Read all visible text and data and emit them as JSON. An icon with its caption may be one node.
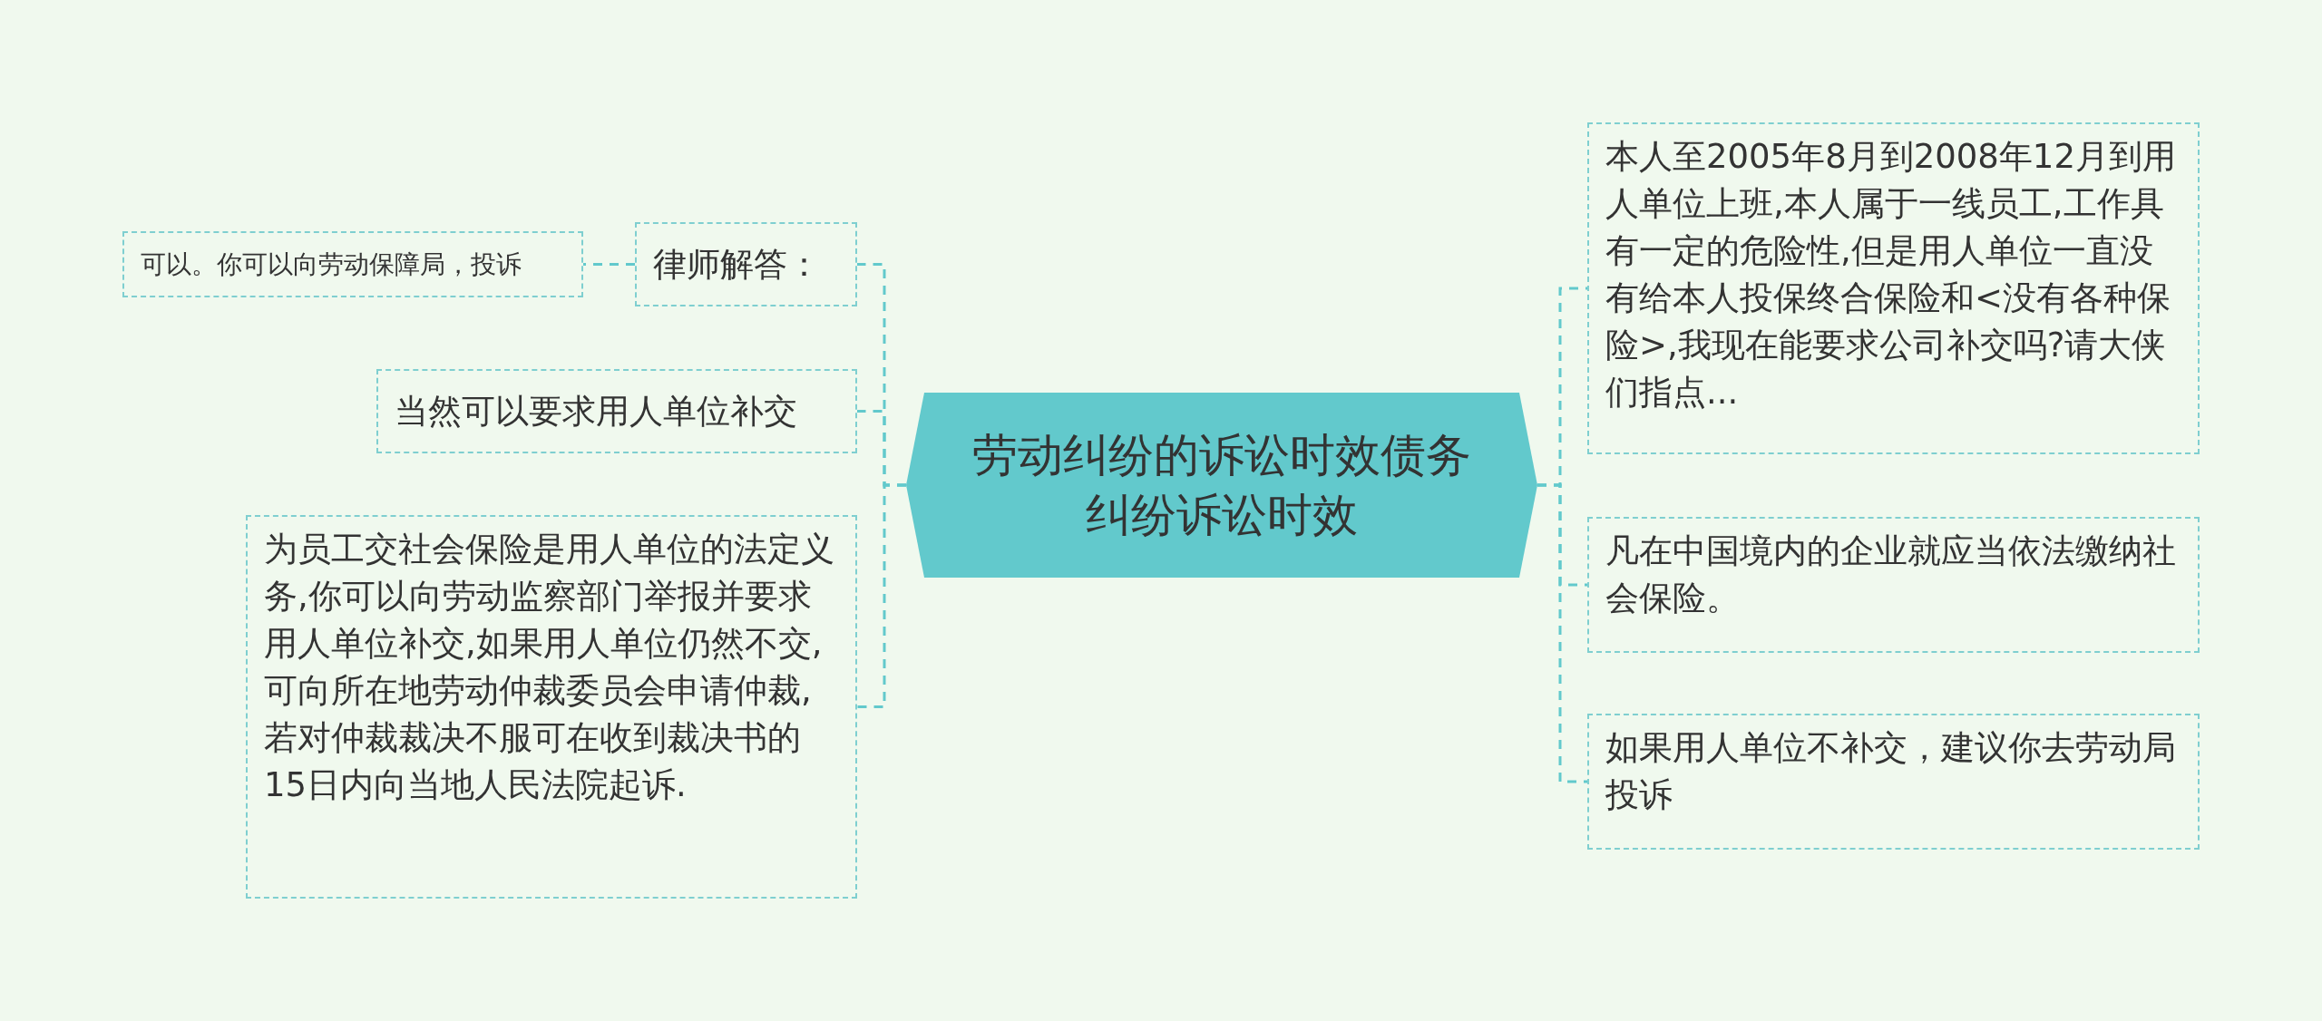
{
  "diagram": {
    "nodes": [
      {
        "text": [
          "劳动纠纷的诉讼时效债务纠纷诉讼时效"
        ]
      },
      {
        "text": [
          "律师解答："
        ]
      },
      {
        "text": [
          "可以。你可以向劳动保障局，投诉"
        ]
      },
      {
        "text": [
          "当然可以要求用人单位补交"
        ]
      },
      {
        "text": [
          "为员工交社会保险是用人单位的法定义务,你可以向劳动监察部门举报并要求用人单位补交,如果用人单位仍然不交,可向所在地劳动仲裁委员会申请仲裁,若对仲裁裁决不服可在收到裁决书的15日内向当地人民法院起诉."
        ]
      },
      {
        "text": [
          "本人至2005年8月到2008年12月到用人单位上班,本人属于一线员工,工作具有一定的危险性,但是用人单位一直没有给本人投保终合保险和<没有各种保险>,我现在能要求公司补交吗?请大侠们指点..."
        ]
      },
      {
        "text": [
          "凡在中国境内的企业就应当依法缴纳社会保险。"
        ]
      },
      {
        "text": [
          "如果用人单位不补交，建议你去劳动局投诉"
        ]
      }
    ],
    "edges": [
      {
        "from": 0,
        "to": 1,
        "arrow": "none",
        "style": "dashed"
      },
      {
        "from": 1,
        "to": 2,
        "arrow": "none",
        "style": "dashed"
      },
      {
        "from": 0,
        "to": 3,
        "arrow": "none",
        "style": "dashed"
      },
      {
        "from": 0,
        "to": 4,
        "arrow": "none",
        "style": "dashed"
      },
      {
        "from": 0,
        "to": 5,
        "arrow": "none",
        "style": "dashed"
      },
      {
        "from": 0,
        "to": 6,
        "arrow": "none",
        "style": "dashed"
      },
      {
        "from": 0,
        "to": 7,
        "arrow": "none",
        "style": "dashed"
      }
    ]
  }
}
